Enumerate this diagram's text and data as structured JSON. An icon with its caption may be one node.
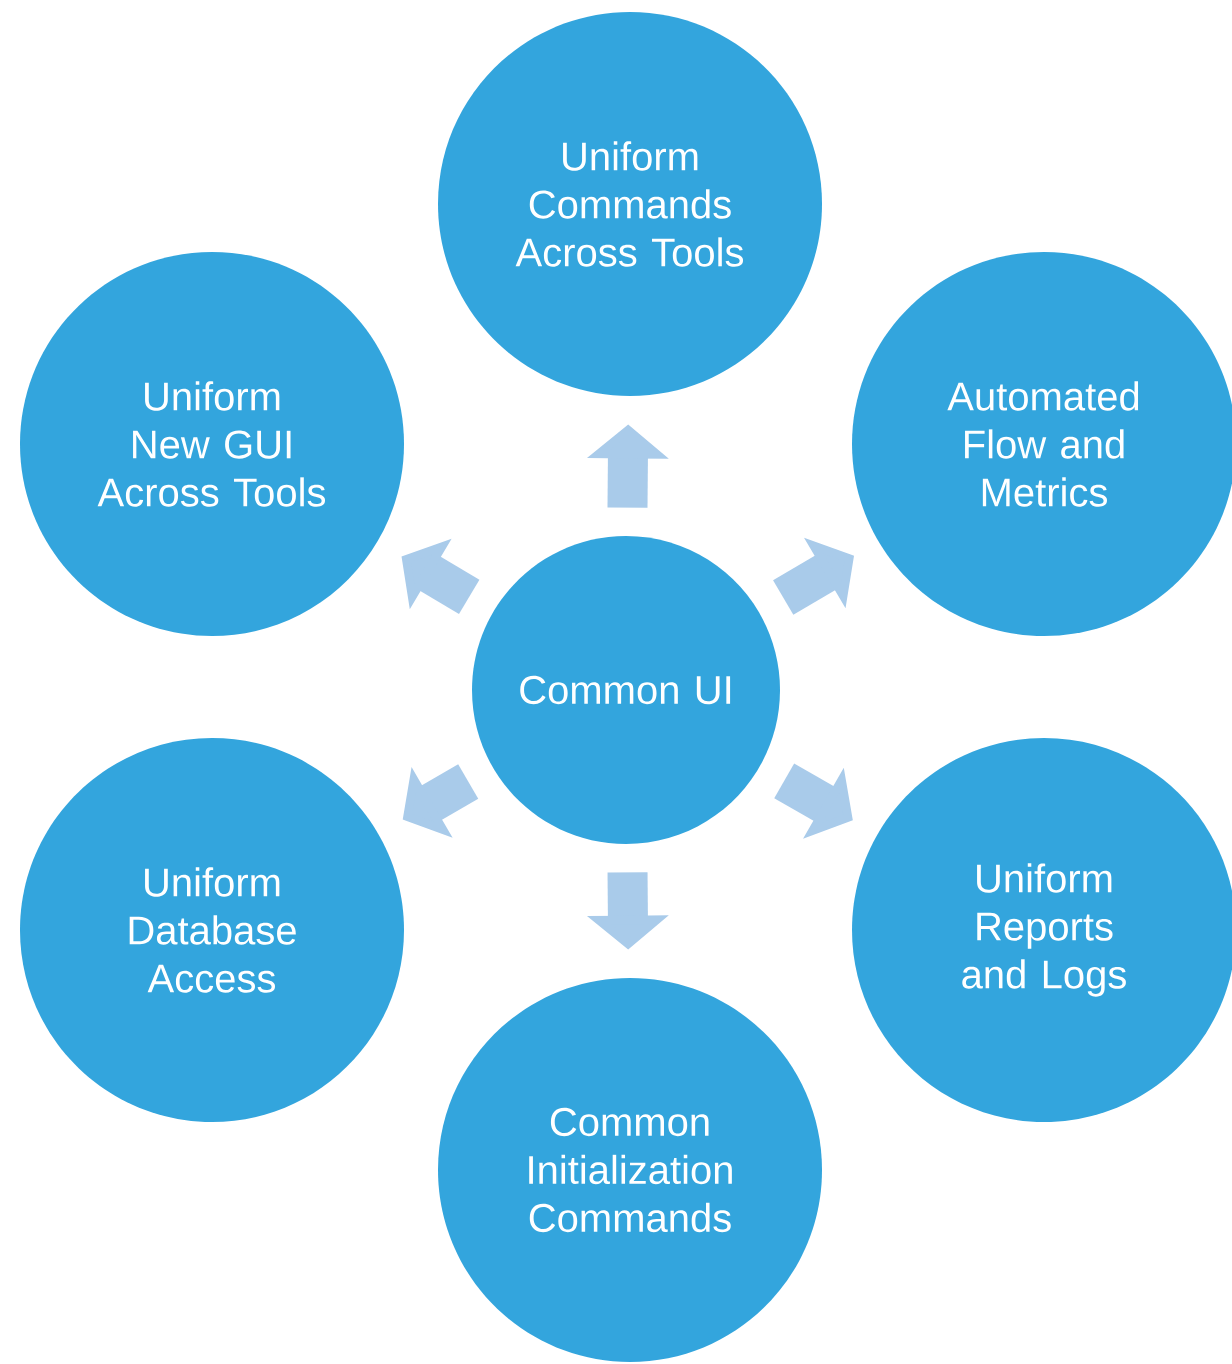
{
  "diagram": {
    "nodes": [
      {
        "text": [
          "Common UI"
        ]
      },
      {
        "text": [
          "Uniform Commands Across Tools"
        ]
      },
      {
        "text": [
          "Automated Flow and Metrics"
        ]
      },
      {
        "text": [
          "Uniform Reports and Logs"
        ]
      },
      {
        "text": [
          "Common Initialization Commands"
        ]
      },
      {
        "text": [
          "Uniform Database Access"
        ]
      },
      {
        "text": [
          "Uniform New GUI Across Tools"
        ]
      }
    ],
    "edges": [
      {
        "from": 0,
        "to": 1,
        "arrow": "to"
      },
      {
        "from": 0,
        "to": 2,
        "arrow": "to"
      },
      {
        "from": 0,
        "to": 3,
        "arrow": "to"
      },
      {
        "from": 0,
        "to": 4,
        "arrow": "to"
      },
      {
        "from": 0,
        "to": 5,
        "arrow": "to"
      },
      {
        "from": 0,
        "to": 6,
        "arrow": "to"
      }
    ]
  }
}
